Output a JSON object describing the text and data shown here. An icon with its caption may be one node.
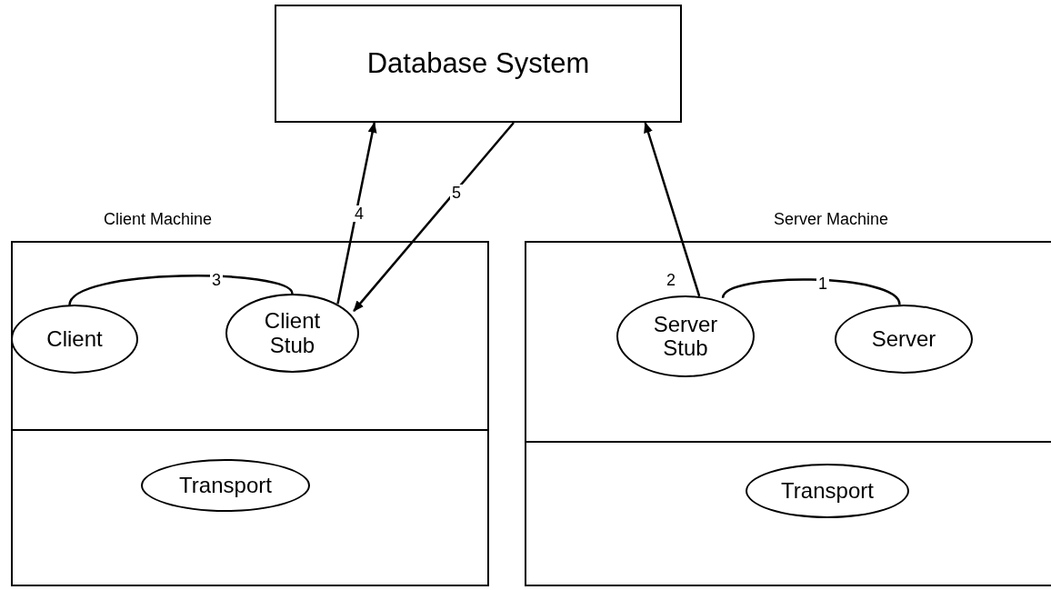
{
  "diagram": {
    "nodes": [
      {
        "text": [
          "Database System"
        ]
      },
      {
        "text": [
          "Client Machine"
        ]
      },
      {
        "text": [
          "Client"
        ],
        "in": 1
      },
      {
        "text": [
          "Client Stub"
        ],
        "in": 1
      },
      {
        "text": [
          "Transport"
        ],
        "in": 1
      },
      {
        "text": [
          "Server Machine"
        ]
      },
      {
        "text": [
          "Server Stub"
        ],
        "in": 5
      },
      {
        "text": [
          "Server"
        ],
        "in": 5
      },
      {
        "text": [
          "Transport"
        ],
        "in": 5
      }
    ],
    "edges": [
      {
        "from": 7,
        "to": 6,
        "arrow": "none",
        "label": "1"
      },
      {
        "from": 6,
        "to": 0,
        "arrow": "to",
        "label": "2"
      },
      {
        "from": 2,
        "to": 3,
        "arrow": "none",
        "label": "3"
      },
      {
        "from": 3,
        "to": 0,
        "arrow": "to",
        "label": "4"
      },
      {
        "from": 0,
        "to": 3,
        "arrow": "to",
        "label": "5"
      }
    ]
  }
}
